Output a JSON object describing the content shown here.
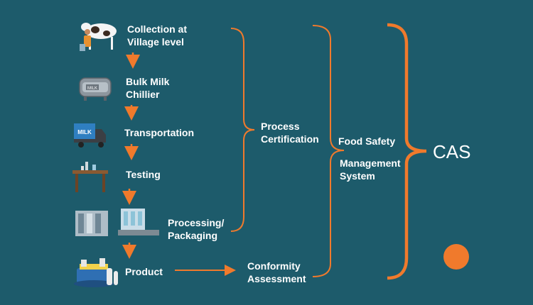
{
  "colors": {
    "background": "#1d5b6b",
    "accent": "#f07a2c",
    "text": "#ffffff"
  },
  "steps": [
    {
      "label": "Collection at\nVillage level",
      "icon": "cow-farmer-icon"
    },
    {
      "label": "Bulk Milk\nChillier",
      "icon": "milk-tank-icon"
    },
    {
      "label": "Transportation",
      "icon": "milk-truck-icon"
    },
    {
      "label": "Testing",
      "icon": "lab-table-icon"
    },
    {
      "label": "Processing/\nPackaging",
      "icon": "processing-machine-icon"
    },
    {
      "label": "Product",
      "icon": "milk-products-icon"
    }
  ],
  "icon_text": {
    "tank": "MILK",
    "truck": "MILK"
  },
  "groups": {
    "process_certification": "Process\nCertification",
    "conformity_assessment": "Conformity\nAssessment",
    "food_safety": "Food Safety",
    "management_system": "Management\nSystem",
    "cas": "CAS"
  }
}
